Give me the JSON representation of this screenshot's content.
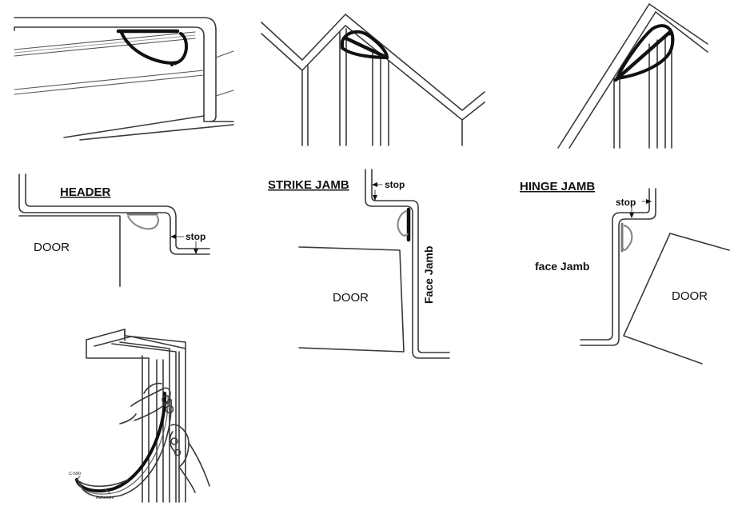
{
  "diagram": {
    "header_section": {
      "title": "HEADER",
      "door_label": "DOOR",
      "stop_label": "stop"
    },
    "strike_section": {
      "title": "STRIKE JAMB",
      "door_label": "DOOR",
      "stop_label": "stop",
      "jamb_label": "Face Jamb"
    },
    "hinge_section": {
      "title": "HINGE JAMB",
      "door_label": "DOOR",
      "stop_label": "stop",
      "jamb_label": "face Jamb"
    },
    "install_callouts": {
      "part_label": "C-590",
      "adhesive_label": "Adhesive"
    }
  }
}
